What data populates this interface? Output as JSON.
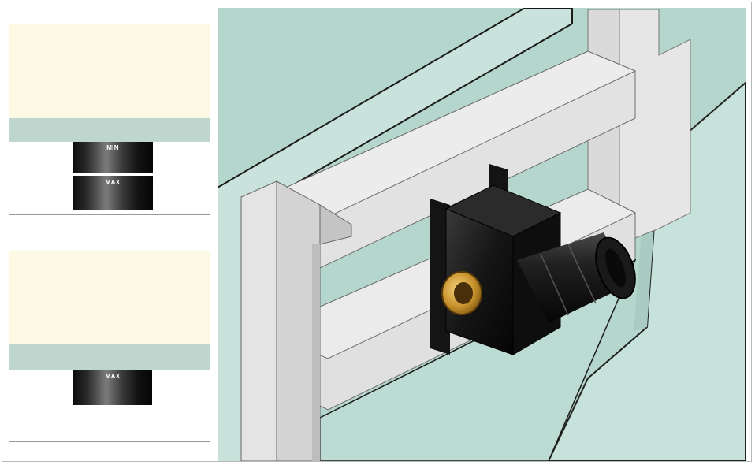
{
  "detail_top": {
    "min_label": "MIN",
    "max_label": "MAX"
  },
  "detail_bottom": {
    "max_label": "MAX"
  },
  "colors": {
    "tile": "#fdf9e4",
    "plasterboard": "#bfd6cf",
    "wall_panel": "#c9e2db",
    "stud_light": "#e3e3e3",
    "stud_mid": "#cfcfcf",
    "housing": "#1b1b1b",
    "brass": "#c8922c"
  },
  "icons": [
    "flush-box-housing",
    "brass-connector-icon",
    "metal-stud",
    "crossbar"
  ]
}
